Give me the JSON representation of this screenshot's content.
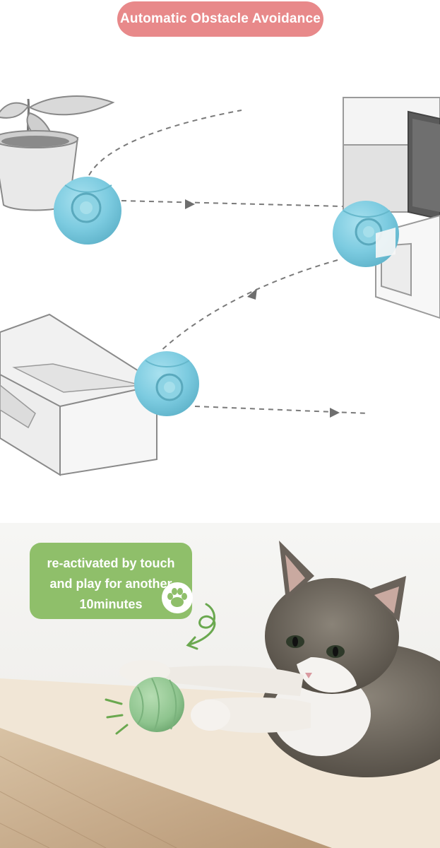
{
  "header": {
    "title": "Automatic Obstacle Avoidance"
  },
  "callout": {
    "line1": "re-activated by touch",
    "line2": "and play for another",
    "line3": "10minutes"
  },
  "colors": {
    "title_pill": "#e8898a",
    "callout_bubble": "#8fbf6a",
    "ball_blue": "#7ccbe0",
    "ball_green": "#8ec48e"
  },
  "icons": [
    "plant-pot-icon",
    "tv-cabinet-icon",
    "open-box-icon",
    "smart-ball-icon",
    "paw-icon",
    "motion-arrow-icon"
  ]
}
